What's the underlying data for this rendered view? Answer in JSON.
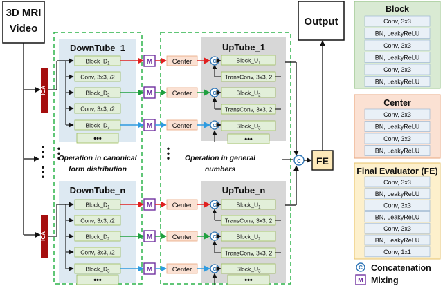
{
  "input": {
    "line1": "3D MRI",
    "line2": "Video"
  },
  "output": {
    "label": "Output"
  },
  "ica": {
    "label": "ICA"
  },
  "down_tube_1": {
    "title": "DownTube_1",
    "rows": [
      {
        "main": "Block_D",
        "sub": "1"
      },
      {
        "main": "Conv, 3x3, /2"
      },
      {
        "main": "Block_D",
        "sub": "2"
      },
      {
        "main": "Conv, 3x3, /2"
      },
      {
        "main": "Block_D",
        "sub": "3"
      }
    ],
    "dots": "•••"
  },
  "down_tube_n": {
    "title": "DownTube_n",
    "rows": [
      {
        "main": "Block_D",
        "sub": "1"
      },
      {
        "main": "Conv, 3x3, /2"
      },
      {
        "main": "Block_D",
        "sub": "2"
      },
      {
        "main": "Conv, 3x3, /2"
      },
      {
        "main": "Block_D",
        "sub": "3"
      }
    ],
    "dots": "•••"
  },
  "up_tube_1": {
    "title": "UpTube_1",
    "rows": [
      {
        "main": "Block_U",
        "sub": "1"
      },
      {
        "main": "TransConv, 3x3, 2"
      },
      {
        "main": "Block_U",
        "sub": "2"
      },
      {
        "main": "TransConv, 3x3, 2"
      },
      {
        "main": "Block_U",
        "sub": "3"
      }
    ],
    "dots": "•••"
  },
  "up_tube_n": {
    "title": "UpTube_n",
    "rows": [
      {
        "main": "Block_U",
        "sub": "1"
      },
      {
        "main": "TransConv, 3x3, 2"
      },
      {
        "main": "Block_U",
        "sub": "2"
      },
      {
        "main": "TransConv, 3x3, 2"
      },
      {
        "main": "Block_U",
        "sub": "3"
      }
    ],
    "dots": "•••"
  },
  "mixing_symbol": "M",
  "concat_symbol": "C",
  "center_label": "Center",
  "vertical_dots": "•\n•\n•",
  "left_caption": [
    "Operation in canonical",
    "form distribution"
  ],
  "right_caption": [
    "Operation in general",
    "numbers"
  ],
  "fe_label": "FE",
  "block_panel": {
    "title": "Block",
    "rows": [
      "Conv, 3x3",
      "BN, LeakyReLU",
      "Conv, 3x3",
      "BN, LeakyReLU",
      "Conv, 3x3",
      "BN, LeakyReLU"
    ]
  },
  "center_panel": {
    "title": "Center",
    "rows": [
      "Conv, 3x3",
      "BN, LeakyReLU",
      "Conv, 3x3",
      "BN, LeakyReLU"
    ]
  },
  "fe_panel": {
    "title": "Final Evaluator (FE)",
    "rows": [
      "Conv, 3x3",
      "BN, LeakyReLU",
      "Conv, 3x3",
      "BN, LeakyReLU",
      "Conv, 3x3",
      "BN, LeakyReLU",
      "Conv, 1x1"
    ]
  },
  "legend": {
    "concatenation": "Concatenation",
    "mixing": "Mixing"
  },
  "colors": {
    "tube_fill": "#dde9f2",
    "up_tube_fill": "#d7d7d7",
    "row_fill": "#e2efd9",
    "row_stroke": "#9bbb59",
    "dash_green": "#2db34a",
    "mix_purple": "#7030a0",
    "concat_blue": "#2e75b6",
    "ica_red": "#a50e0e",
    "arrow_red": "#e02020",
    "arrow_green": "#20a040",
    "arrow_blue": "#2e9be0",
    "panel_green": "#d9ead3",
    "panel_orange": "#fbe1d3",
    "panel_yellow": "#fdf0cc",
    "fe_fill": "#fde9b9"
  }
}
